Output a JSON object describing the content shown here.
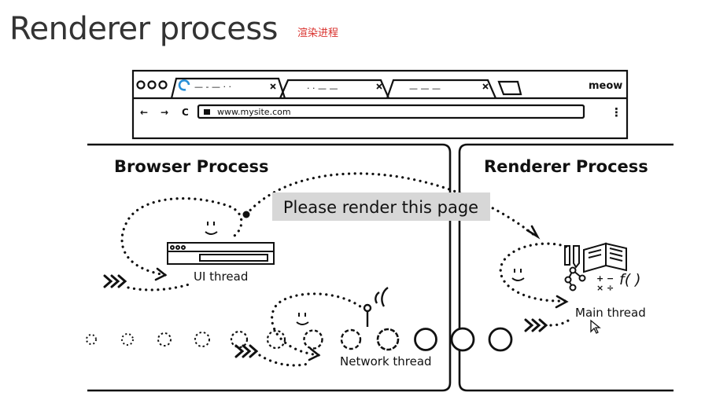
{
  "slide": {
    "title": "Renderer process",
    "note": "渲染进程"
  },
  "browser_window": {
    "brand": "meow",
    "address": "www.mysite.com",
    "tab_placeholders": [
      "— - —  · ·",
      "· · — —",
      "— — —"
    ],
    "menu_glyph": "⋮",
    "nav_back": "←",
    "nav_forward": "→",
    "nav_reload": "C"
  },
  "panels": {
    "browser_process": "Browser Process",
    "renderer_process": "Renderer Process"
  },
  "threads": {
    "ui": "UI thread",
    "network": "Network thread",
    "main": "Main thread"
  },
  "message": "Please render this page",
  "icons": {
    "face": "smiley-face-icon",
    "antenna": "antenna-icon",
    "book": "open-book-icon",
    "tree": "dom-tree-icon",
    "math": "math-symbols-icon",
    "function": "function-icon",
    "cursor": "mouse-cursor-icon"
  },
  "math_symbols": "+ −\n× ÷",
  "function_glyph": "f( )"
}
